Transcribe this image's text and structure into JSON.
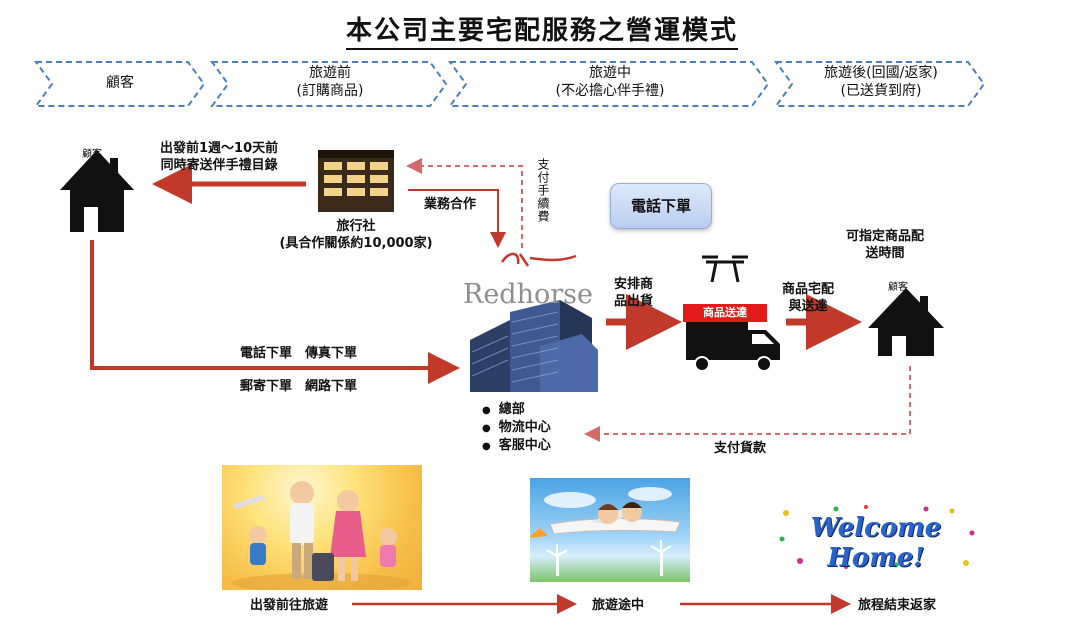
{
  "title": "本公司主要宅配服務之營運模式",
  "stages": [
    {
      "line1": "顧客",
      "line2": ""
    },
    {
      "line1": "旅遊前",
      "line2": "(訂購商品)"
    },
    {
      "line1": "旅遊中",
      "line2": "(不必擔心伴手禮)"
    },
    {
      "line1": "旅遊後(回國/返家)",
      "line2": "(已送貨到府)"
    }
  ],
  "customer_left": {
    "sign": "顧客"
  },
  "catalog_note": {
    "line1": "出發前1週～10天前",
    "line2": "同時寄送伴手禮目錄"
  },
  "travel_agency": {
    "line1": "旅行社",
    "line2": "(具合作關係約10,000家)"
  },
  "business_coop": "業務合作",
  "pay_fee": "支付手續費",
  "phone_order_button": "電話下單",
  "redhorse": {
    "word": "Redhorse"
  },
  "arrange": {
    "line1": "安排商",
    "line2": "品出貨"
  },
  "truck": {
    "sign": "商品送達"
  },
  "delivery": {
    "line1": "商品宅配",
    "line2": "與送達"
  },
  "designate": {
    "line1": "可指定商品配",
    "line2": "送時間"
  },
  "customer_right": {
    "sign": "顧客"
  },
  "order_methods": {
    "line1": "電話下單　傳真下單",
    "line2": "郵寄下單　網路下單"
  },
  "hq_units": [
    "總部",
    "物流中心",
    "客服中心"
  ],
  "pay_goods": "支付貨款",
  "bottom_flow": [
    "出發前往旅遊",
    "旅遊途中",
    "旅程結束返家"
  ],
  "welcome_text": "Welcome Home!",
  "colors": {
    "arrow_red": "#c0392b",
    "dash_red": "#d46a6a",
    "banner_blue": "#4a7fc1"
  }
}
